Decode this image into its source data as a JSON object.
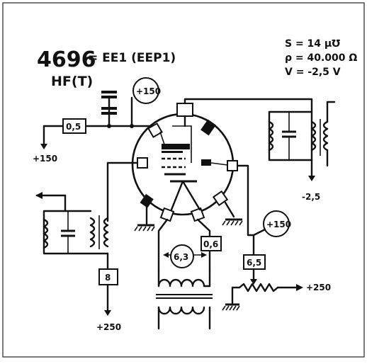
{
  "header": {
    "tube_number": "4696",
    "tube_type": "= EE1 (EEP1)",
    "tube_class": "HF(T)"
  },
  "specs": {
    "s": "S = 14 µ℧",
    "rho": "ρ = 40.000 Ω",
    "v": "V = -2,5 V"
  },
  "components": {
    "grid_resistor": "0,5",
    "heater_voltage": "6,3",
    "cathode_resistor": "0,6",
    "screen_resistor": "6,5",
    "anode_resistor": "8"
  },
  "supply": {
    "plus150_left": "+150",
    "plus150_top": "+150",
    "plus150_right": "+150",
    "plus250_right": "+250",
    "plus250_bottom": "+250",
    "minus25": "-2,5"
  }
}
